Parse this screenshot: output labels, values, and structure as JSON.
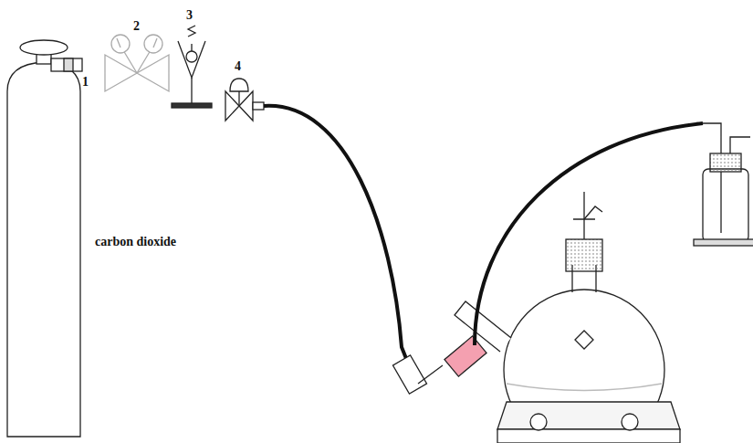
{
  "diagram": {
    "labels": [
      "1",
      "2",
      "3",
      "4",
      "carbon dioxide"
    ]
  }
}
